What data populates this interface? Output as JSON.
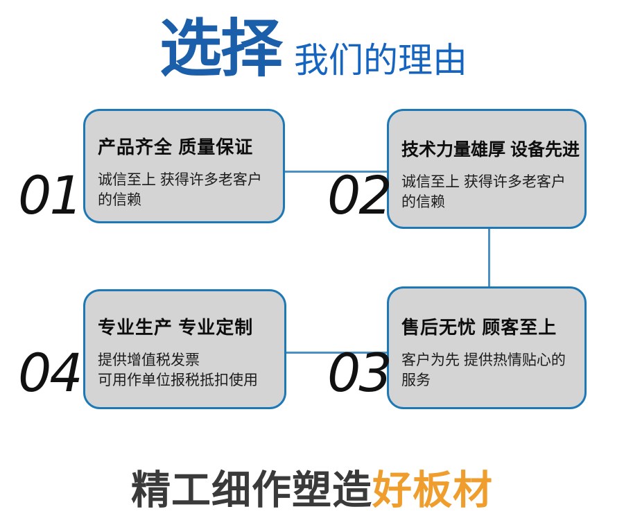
{
  "colors": {
    "title_main_blue": "#1b5eaa",
    "title_sub_blue": "#1565c0",
    "card_border_blue": "#1d78b6",
    "card_background_gray": "#d4d4d4",
    "connector_blue": "#4a90c4",
    "footer_dark": "#3a3a3a",
    "footer_orange": "#ef9e2e"
  },
  "header": {
    "title_main": "选择",
    "title_sub": "我们的理由"
  },
  "cards": [
    {
      "number": "01",
      "title": "产品齐全 质量保证",
      "body_lines": [
        "诚信至上 获得许多老客户",
        "的信赖"
      ]
    },
    {
      "number": "02",
      "title": "技术力量雄厚 设备先进",
      "body_lines": [
        "诚信至上 获得许多老客户",
        "的信赖"
      ]
    },
    {
      "number": "03",
      "title": "售后无忧 顾客至上",
      "body_lines": [
        "客户为先 提供热情贴心的",
        "服务"
      ]
    },
    {
      "number": "04",
      "title": "专业生产 专业定制",
      "body_lines": [
        "提供增值税发票",
        "可用作单位报税抵扣使用"
      ]
    }
  ],
  "footer": {
    "text_dark": "精工细作塑造",
    "text_orange": "好板材"
  }
}
